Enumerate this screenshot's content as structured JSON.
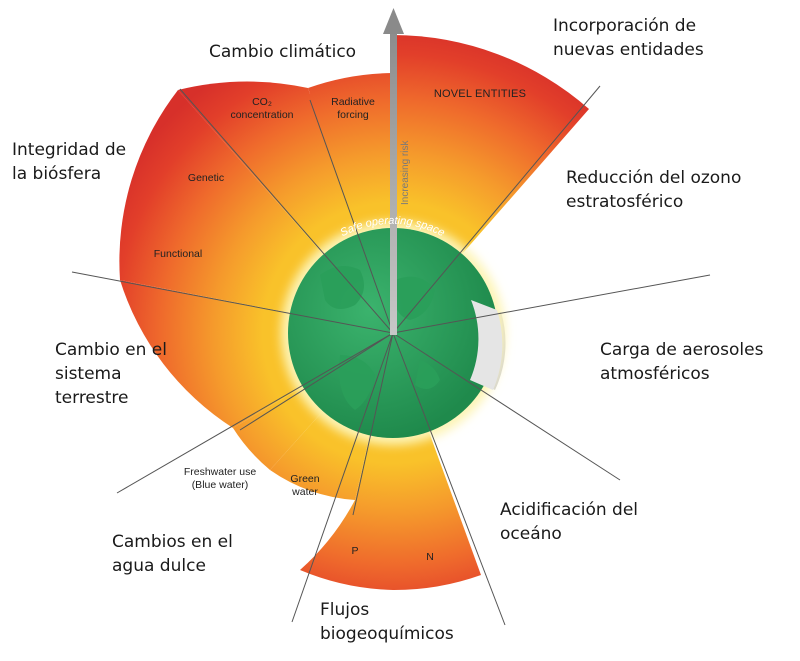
{
  "boundaries": {
    "climate_change": "Cambio climático",
    "novel_entities": "Incorporación de\nnuevas entidades",
    "biosphere_integrity": "Integridad de\nla biósfera",
    "ozone_depletion": "Reducción del ozono\nestratosférico",
    "land_system_change": "Cambio en el\nsistema\nterrestre",
    "aerosol_loading": "Carga de aerosoles\natmosféricos",
    "freshwater_change": "Cambios en el\nagua dulce",
    "ocean_acidification": "Acidificación del\noceáno",
    "biogeochemical_flows": "Flujos\nbiogeoquímicos"
  },
  "sub_labels": {
    "co2": "CO₂\nconcentration",
    "radiative": "Radiative\nforcing",
    "novel": "NOVEL ENTITIES",
    "genetic": "Genetic",
    "functional": "Functional",
    "freshwater_blue": "Freshwater use\n(Blue water)",
    "green_water": "Green\nwater",
    "phosphorus": "P",
    "nitrogen": "N"
  },
  "center": {
    "safe_space": "Safe operating space",
    "increasing_risk": "Increasing risk"
  },
  "colors": {
    "safe_green": "#2e9a5c",
    "caution_yellow": "#f7b52a",
    "high_risk_red": "#e0352a",
    "uncertain_grey": "#cfcfcf",
    "line": "#555555"
  }
}
